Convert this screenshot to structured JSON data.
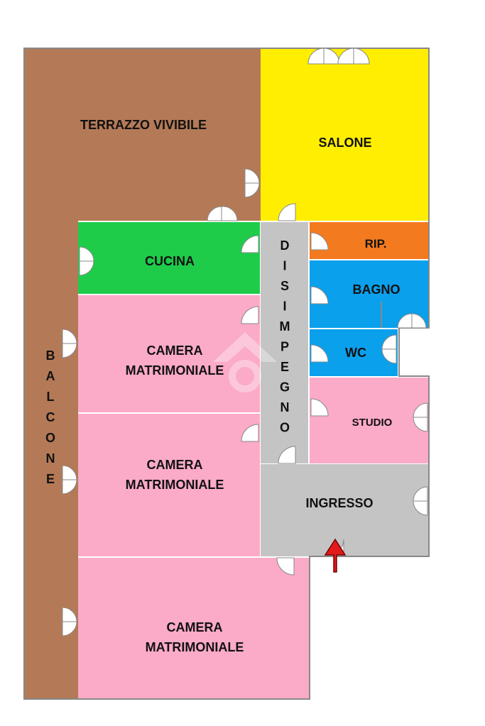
{
  "colors": {
    "terrace": "#b47a57",
    "salone": "#ffee00",
    "cucina": "#1ecc4a",
    "rip": "#f47a1f",
    "bagno": "#0aa0ec",
    "wc": "#0aa0ec",
    "disimpegno": "#c4c4c4",
    "camera": "#fbaac8",
    "studio": "#fbaac8",
    "ingresso": "#c4c4c4",
    "entrance_arrow": "#e21a1a",
    "walls": "#888888"
  },
  "rooms": {
    "terrazzo": "TERRAZZO VIVIBILE",
    "salone": "SALONE",
    "cucina": "CUCINA",
    "rip": "RIP.",
    "bagno": "BAGNO",
    "wc": "WC",
    "studio": "STUDIO",
    "ingresso": "INGRESSO",
    "camera1": [
      "CAMERA",
      "MATRIMONIALE"
    ],
    "camera2": [
      "CAMERA",
      "MATRIMONIALE"
    ],
    "camera3": [
      "CAMERA",
      "MATRIMONIALE"
    ],
    "balcone_letters": [
      "B",
      "A",
      "L",
      "C",
      "O",
      "N",
      "E"
    ],
    "disimpegno_letters": [
      "D",
      "I",
      "S",
      "I",
      "M",
      "P",
      "E",
      "G",
      "N",
      "O"
    ]
  },
  "icons": {
    "entrance": "entrance-arrow-icon",
    "watermark": "house-watermark-icon"
  }
}
